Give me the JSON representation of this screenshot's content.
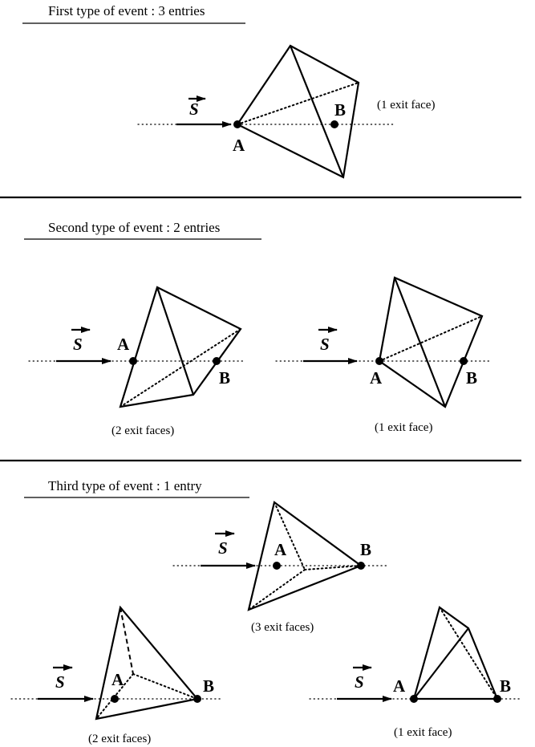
{
  "sections": [
    {
      "heading": "First type of event : 3 entries"
    },
    {
      "heading": "Second type of event : 2 entries"
    },
    {
      "heading": "Third type of event : 1 entry"
    }
  ],
  "labels": {
    "vector": "S",
    "point_a": "A",
    "point_b": "B"
  },
  "captions": {
    "one_exit": "(1 exit face)",
    "two_exits": "(2 exit faces)",
    "three_exits": "(3 exit faces)"
  }
}
